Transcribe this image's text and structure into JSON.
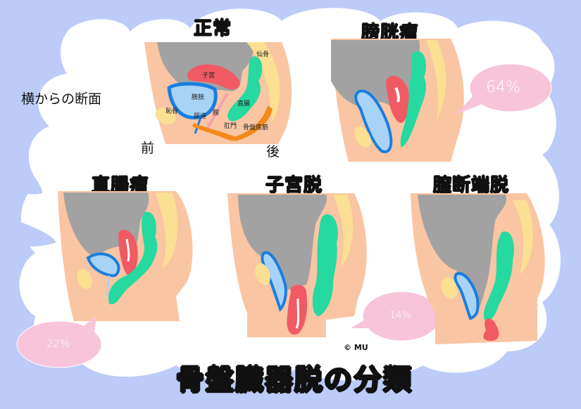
{
  "figure": {
    "main_title": "骨盤臓器脱の分類",
    "subtitle": "横からの断面",
    "copyright": "© MU",
    "orientation": {
      "front": "前",
      "back": "後"
    },
    "colors": {
      "background": "#bccbf8",
      "cloud": "#ffffff",
      "skin": "#f9c5a3",
      "skin_shadow": "#f4ad85",
      "bowel_gray": "#a2a2a2",
      "uterus": "#f05a63",
      "bladder_fill": "#a8d3f7",
      "bladder_outline": "#1a7ee0",
      "rectum": "#26d9a0",
      "bone": "#fbdf93",
      "pelvic_floor": "#f28a1a",
      "bubble": "#f7c4da"
    }
  },
  "panels": [
    {
      "id": "normal",
      "title": "正常",
      "labels": {
        "uterus": "子宮",
        "bladder": "膀胱",
        "pubic_bone": "恥骨",
        "urethra": "尿道",
        "vagina": "膣",
        "rectum": "直腸",
        "anus": "肛門",
        "pelvic_floor": "骨盤底筋",
        "sacrum": "仙骨"
      }
    },
    {
      "id": "cystocele",
      "title": "膀胱瘤",
      "percentage": "64%"
    },
    {
      "id": "rectocele",
      "title": "直腸瘤",
      "percentage": "22%"
    },
    {
      "id": "uterine_prolapse",
      "title": "子宮脱",
      "percentage": "14%"
    },
    {
      "id": "vaginal_vault_prolapse",
      "title": "膣断端脱"
    }
  ]
}
